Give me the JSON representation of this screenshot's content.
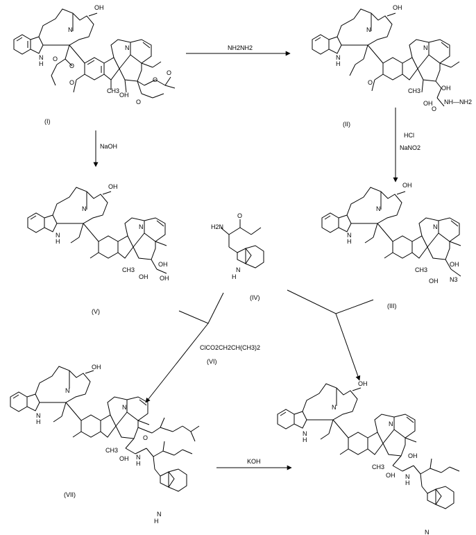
{
  "reagents": {
    "hydrazine": "NH2NH2",
    "naoh": "NaOH",
    "hcl": "HCl",
    "nano2": "NaNO2",
    "chloroformate": "ClCO2CH2CH(CH3)2",
    "koh": "KOH"
  },
  "compounds": [
    {
      "id": "I",
      "label": "(I)"
    },
    {
      "id": "II",
      "label": "(II)"
    },
    {
      "id": "III",
      "label": "(III)"
    },
    {
      "id": "IV",
      "label": "(IV)"
    },
    {
      "id": "V",
      "label": "(V)"
    },
    {
      "id": "VI",
      "label": "(VI)"
    },
    {
      "id": "VII",
      "label": "(VII)"
    }
  ],
  "atom_labels": {
    "oh": "OH",
    "n": "N",
    "nh": "NH",
    "hn": "HN",
    "h": "H",
    "o": "O",
    "ch3": "CH3",
    "nh2": "NH2",
    "nhnh2": "NH—NH2",
    "n3": "N3",
    "h_ind": "H",
    "n_ind": "N"
  }
}
